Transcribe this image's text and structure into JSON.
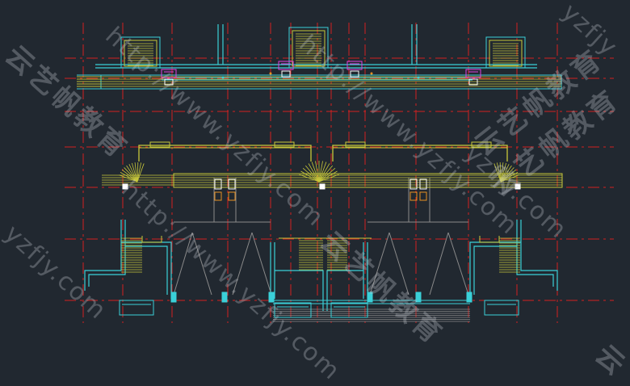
{
  "drawing": {
    "background": "#212830",
    "colors": {
      "axis": "#d42020",
      "wall": "#3ad0d8",
      "stair": "#c8c83a",
      "accent": "#e040e0",
      "fixture": "#ffffff",
      "hatch": "#8a8a8a",
      "orange": "#e89020"
    }
  },
  "watermarks": {
    "url_1": "http://www.yzfjy.com",
    "url_2": "http://www.yzfjy.com",
    "url_3": "http://www.yzfjy.com",
    "url_4": "yzfjy.com",
    "url_5": "yzfjy",
    "url_6": "yzfjy.com",
    "brand_1": "云艺帆教育",
    "brand_2": "云艺帆教育",
    "brand_3": "云艺帆教育",
    "brand_4": "云艺帆教育",
    "brand_5": "云"
  }
}
